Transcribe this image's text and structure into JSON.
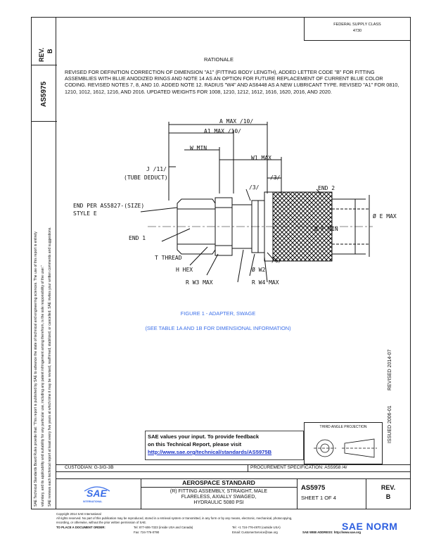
{
  "header": {
    "fed_supply_class": "FEDERAL SUPPLY CLASS",
    "fsc_code": "4730",
    "rev_label": "REV.",
    "rev_value": "B",
    "doc_number": "AS5975"
  },
  "rationale": {
    "title": "RATIONALE",
    "text": "REVISED FOR DEFINITION CORRECTION OF DIMENSION \"A1\" (FITTING BODY LENGTH), ADDED LETTER CODE \"B\" FOR FITTING ASSEMBLIES WITH BLUE ANODIZED RINGS AND NOTE 14 AS AN OPTION FOR FUTURE REPLACEMENT OF CURRENT BLUE COLOR CODING. REVISED NOTES 7, 8, AND 10. ADDED NOTE 12. RADIUS \"W4\" AND AS6448 AS A NEW LUBRICANT TYPE. REVISED \"A1\" FOR 0810, 1210, 1012, 1612, 1216, AND 2016. UPDATED WEIGHTS FOR 1008, 1210, 1212, 1612, 1616, 1620, 2016, AND 2020."
  },
  "drawing": {
    "a_max": "A MAX  /10/",
    "a1_max": "A1 MAX  /10/",
    "w_min": "W MIN",
    "w1_max": "W1 MAX",
    "j_label": "J  /11/",
    "tube_deduct": "(TUBE DEDUCT)",
    "note3a": "/3/",
    "note3b": "/3/",
    "end2": "END 2",
    "end_per": "END PER AS5827-(SIZE)",
    "style_e": "STYLE E",
    "e_max": "Ø E MAX",
    "f_min": "Ø F MIN",
    "end1": "END 1",
    "t_thread": "T THREAD",
    "note6": "/6/",
    "h_hex": "H HEX",
    "w2": "Ø W2",
    "r_w3": "R W3 MAX",
    "r_w4": "R W4 MAX"
  },
  "figure": {
    "caption": "FIGURE 1 - ADAPTER, SWAGE",
    "subcaption": "(SEE TABLE 1A AND 1B FOR DIMENSIONAL INFORMATION)"
  },
  "side_dates": {
    "issued": "ISSUED 2006-01",
    "revised": "REVISED 2014-07"
  },
  "left_margin": {
    "line1": "SAE Technical Standards Board Rules provide that: \"This report is published by SAE to advance the state of technical and engineering sciences. The use of this report is entirely",
    "line2": "voluntary, and its applicability and suitability for any particular use, including any patent infringement arising therefrom, is the sole responsibility of the user.\"",
    "line3": "SAE reviews each technical report at least every five years at which time it may be revised, reaffirmed, stabilized, or cancelled. SAE invites your written comments and suggestions."
  },
  "feedback": {
    "line1": "SAE values your input. To provide feedback",
    "line2": "on this Technical Report, please visit",
    "url": "http://www.sae.org/technical/standards/AS5975B"
  },
  "projection": {
    "label": "THIRD ANGLE PROJECTION"
  },
  "footer_bar": {
    "custodian": "CUSTODIAN: G-3/G-3B",
    "procurement": "PROCUREMENT SPECIFICATION: AS5958 /4/"
  },
  "title_block": {
    "logo_text": "SAE",
    "logo_sub": "INTERNATIONAL",
    "heading": "AEROSPACE STANDARD",
    "desc1": "(R) FITTING ASSEMBLY, STRAIGHT, MALE",
    "desc2": "FLARELESS, AXIALLY SWAGED,",
    "desc3": "HYDRAULIC 5080 PSI",
    "doc_number": "AS5975",
    "sheet": "SHEET 1 OF 4",
    "rev_label": "REV.",
    "rev_value": "B"
  },
  "legal": {
    "copyright": "Copyright 2014 SAE International",
    "rights": "All rights reserved. No part of this publication may be reproduced, stored in a retrieval system or transmitted, in any form or by any means, electronic, mechanical, photocopying,",
    "rights2": "recording, or otherwise, without the prior written permission of SAE.",
    "order": "TO PLACE A DOCUMENT ORDER:",
    "tel": "Tel: 877-606-7323 (inside USA and Canada)",
    "tel2": "Tel: +1 724-776-4970 (outside USA)",
    "fax": "Fax: 724-776-0790",
    "email": "Email: CustomerService@sae.org",
    "web": "SAE WEB ADDRESS: http://www.sae.org"
  },
  "watermark": {
    "text": "SAE NORM"
  }
}
